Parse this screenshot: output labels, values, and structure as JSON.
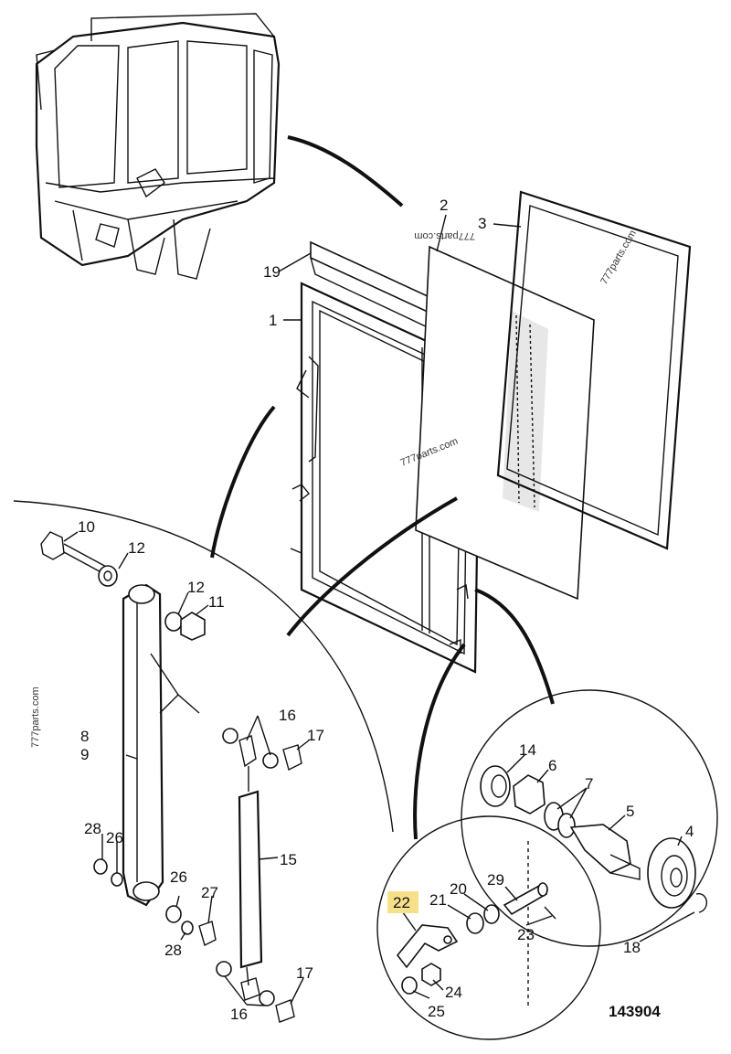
{
  "callouts": {
    "c1": "1",
    "c2": "2",
    "c3": "3",
    "c4": "4",
    "c5": "5",
    "c6": "6",
    "c7": "7",
    "c8": "8",
    "c9": "9",
    "c10": "10",
    "c11": "11",
    "c12a": "12",
    "c12b": "12",
    "c14": "14",
    "c15": "15",
    "c16a": "16",
    "c16b": "16",
    "c17a": "17",
    "c17b": "17",
    "c18": "18",
    "c19": "19",
    "c20": "20",
    "c21": "21",
    "c22": "22",
    "c23": "23",
    "c24": "24",
    "c25": "25",
    "c26a": "26",
    "c26b": "26",
    "c27": "27",
    "c28a": "28",
    "c28b": "28",
    "c29": "29"
  },
  "watermarks": {
    "w1": "777parts.com",
    "w2": "777parts.com",
    "w3": "777parts.com",
    "w4": "777parts.com"
  },
  "figure_ref": "143904",
  "colors": {
    "highlight": "#f7e08a",
    "ink": "#111111"
  }
}
